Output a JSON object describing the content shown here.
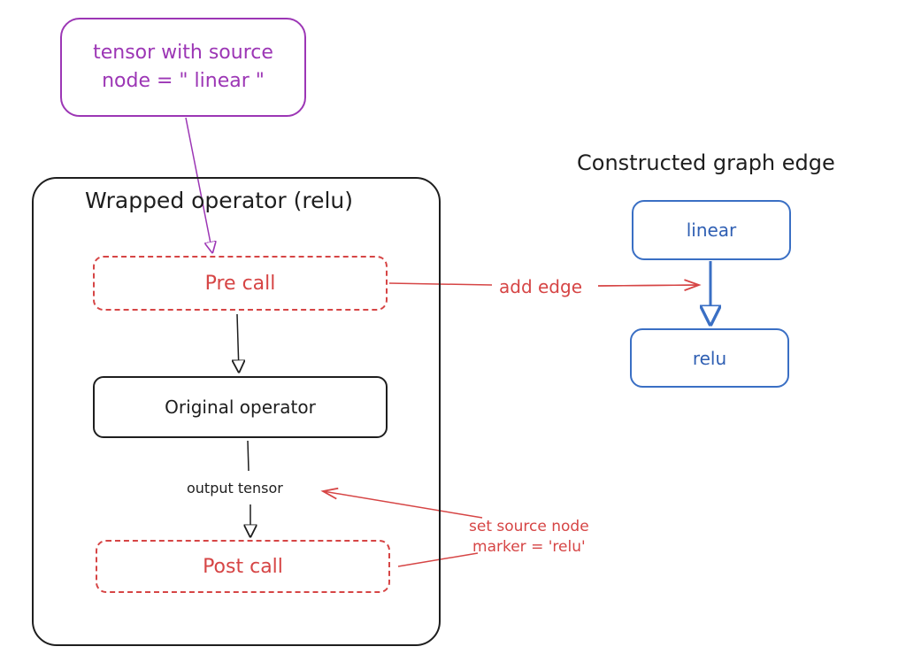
{
  "input_node": {
    "line1": "tensor with source",
    "line2": "node = \" linear \"",
    "color": "#9c36b5"
  },
  "wrapper": {
    "title": "Wrapped operator (relu)",
    "pre_call": "Pre call",
    "original_operator": "Original operator",
    "output_tensor": "output tensor",
    "post_call": "Post call"
  },
  "graph": {
    "title": "Constructed graph edge",
    "node_linear": "linear",
    "node_relu": "relu",
    "color": "#3a6fc4"
  },
  "annotations": {
    "add_edge": "add edge",
    "set_marker_line1": "set source node",
    "set_marker_line2": "marker = 'relu'",
    "color": "#d64545"
  }
}
